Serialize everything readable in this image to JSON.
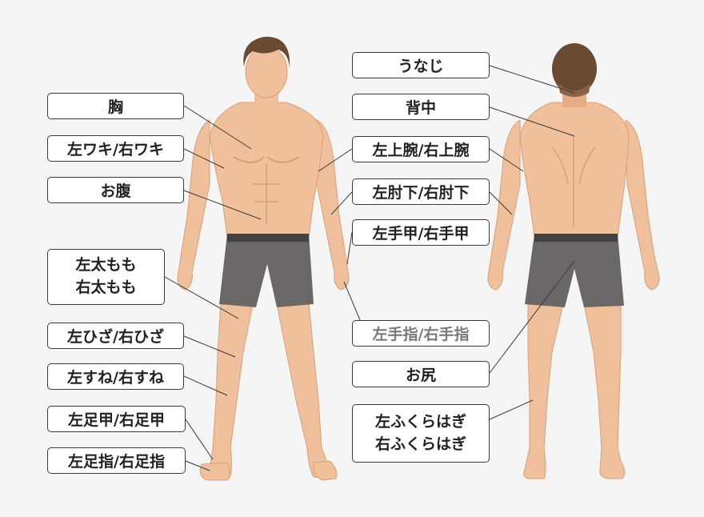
{
  "front_labels": {
    "chest": "胸",
    "armpits": "左ワキ/右ワキ",
    "belly": "お腹",
    "thighs_line1": "左太もも",
    "thighs_line2": "右太もも",
    "knees": "左ひざ/右ひざ",
    "shins": "左すね/右すね",
    "instep": "左足甲/右足甲",
    "toes": "左足指/右足指"
  },
  "back_labels": {
    "nape": "うなじ",
    "back": "背中",
    "upper_arms": "左上腕/右上腕",
    "forearms": "左肘下/右肘下",
    "hand_backs": "左手甲/右手甲",
    "fingers": "左手指/右手指",
    "buttocks": "お尻",
    "calves_line1": "左ふくらはぎ",
    "calves_line2": "右ふくらはぎ"
  },
  "colors": {
    "background": "#f4f5f4",
    "skin": "#efc09b",
    "skin_shade": "#d9a078",
    "hair": "#6b4a32",
    "shorts": "#6a6766",
    "shorts_band": "#444141",
    "label_border": "#3a3a3a",
    "leader_line": "#3a3a3a",
    "muted_label_text": "#7a7a7a"
  }
}
